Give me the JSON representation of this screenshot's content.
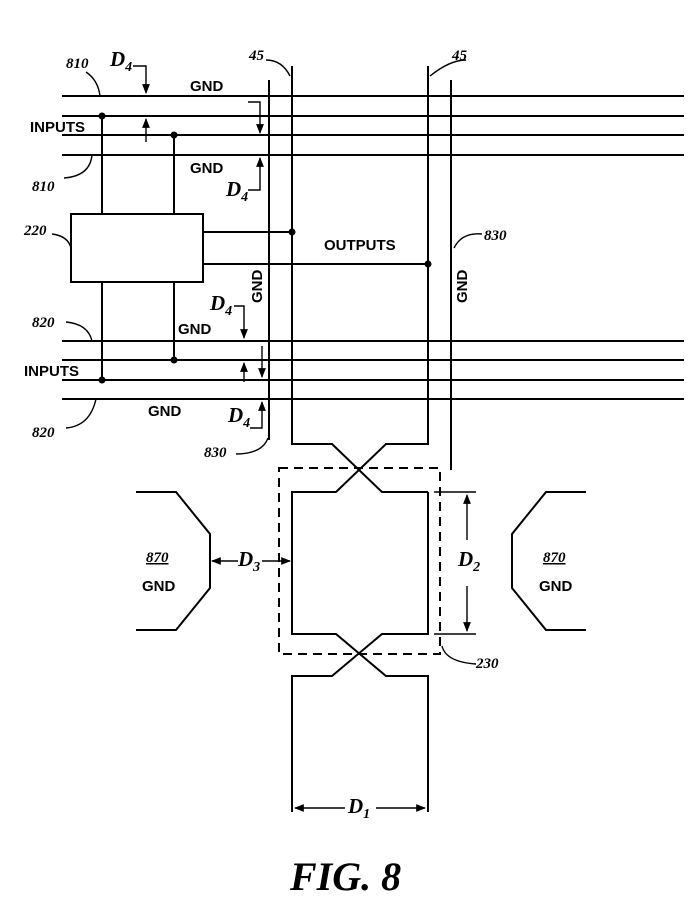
{
  "labels": {
    "gnd": "GND",
    "inputs": "INPUTS",
    "outputs": "OUTPUTS",
    "d4": "D",
    "d4_sub": "4",
    "d3": "D",
    "d3_sub": "3",
    "d2": "D",
    "d2_sub": "2",
    "d1": "D",
    "d1_sub": "1"
  },
  "refs": {
    "r810": "810",
    "r820": "820",
    "r830": "830",
    "r45": "45",
    "r220": "220",
    "r230": "230",
    "r870": "870"
  },
  "figure": {
    "caption": "FIG. 8"
  }
}
